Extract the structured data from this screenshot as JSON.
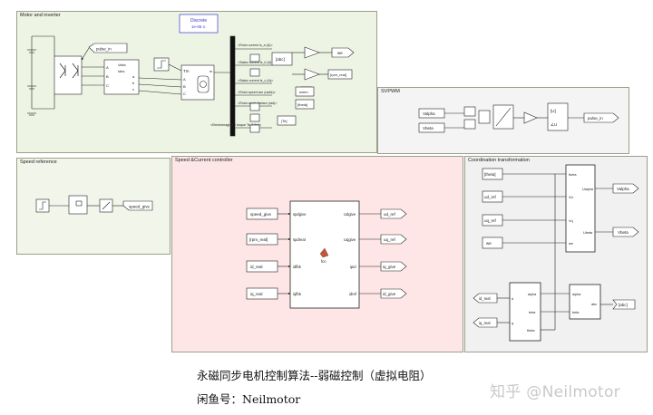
{
  "areas": {
    "motor": "Motor and inverter",
    "svpwm": "SVPWM",
    "speed": "Speed reference",
    "ctrl": "Speed &Current controller",
    "coord": "Coordination transformation"
  },
  "motor": {
    "discrete_line1": "Discrete",
    "discrete_line2": "1e-06 s.",
    "pulse_in_tag": "pulse_in",
    "inv_ports": [
      "Vabc",
      "Iabc",
      "a",
      "b",
      "c"
    ],
    "inv_ports_left": [
      "A",
      "B",
      "C"
    ],
    "machine_ports": [
      "Tm",
      "m",
      "A",
      "B",
      "C"
    ],
    "signals": [
      "<Rotor current is_a (A)>",
      "<Stator current is_b (A)>",
      "<Stator current is_c (A)>",
      "<Rotor speed wm (rad/s)>",
      "<Rotor angle thetam (rad)>",
      "<Electromagnetic torque Te (N*m)>"
    ],
    "tags": [
      "[abc]",
      "we",
      "[rpm_real]",
      "wmm",
      "[theta]",
      "[Te]"
    ]
  },
  "svpwm": {
    "inputs": [
      "Valpha",
      "Vbeta"
    ],
    "sub_labels": [
      "[U]",
      "∠U"
    ],
    "output_tag": "pulse_in"
  },
  "speed": {
    "output_tag": "speed_give"
  },
  "ctrl": {
    "inputs": [
      "speed_give",
      "[rpm_real]",
      "id_real",
      "iq_real"
    ],
    "fcn_in": [
      "spdgive",
      "spdreal",
      "idfbk",
      "iqfbk"
    ],
    "fcn_out": [
      "Udgive",
      "Uqgive",
      "ipid",
      "idref"
    ],
    "fcn_label": "fcn",
    "outputs": [
      "ud_ref",
      "uq_ref",
      "iq_give",
      "id_give"
    ]
  },
  "coord": {
    "inputs": [
      "[theta]",
      "ud_ref",
      "uq_ref",
      "we"
    ],
    "in_ports": [
      "theta",
      "Vd",
      "Vq",
      "we"
    ],
    "inv_labels": [
      "Ualpha",
      "Ubeta"
    ],
    "outputs": [
      "Valpha",
      "Vbeta"
    ],
    "id_label": "id_real",
    "iq_label": "iq_real",
    "park_ports": [
      "alpha",
      "beta",
      "theta"
    ],
    "park_out": [
      "d",
      "q"
    ],
    "clarke_ports": [
      "alpha",
      "beta"
    ],
    "clarke_in": "abc",
    "abc_tag": "[abc]"
  },
  "caption": {
    "line1": "永磁同步电机控制算法--弱磁控制（虚拟电阻）",
    "line2": "闲鱼号：Neilmotor"
  },
  "watermark": "知乎 @Neilmotor"
}
